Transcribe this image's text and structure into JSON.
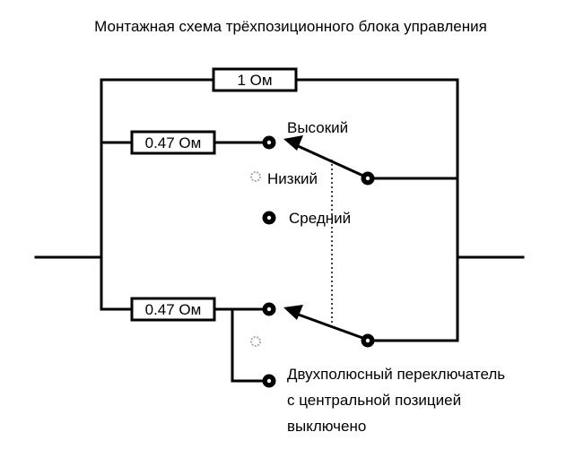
{
  "title": "Монтажная схема трёхпозиционного блока управления",
  "resistors": {
    "top": "1 Ом",
    "upper": "0.47 Ом",
    "lower": "0.47 Ом"
  },
  "labels": {
    "high": "Высокий",
    "low": "Низкий",
    "medium": "Средний",
    "note_line1": "Двухполюсный переключатель",
    "note_line2": "с центральной позицией",
    "note_line3": "выключено"
  }
}
